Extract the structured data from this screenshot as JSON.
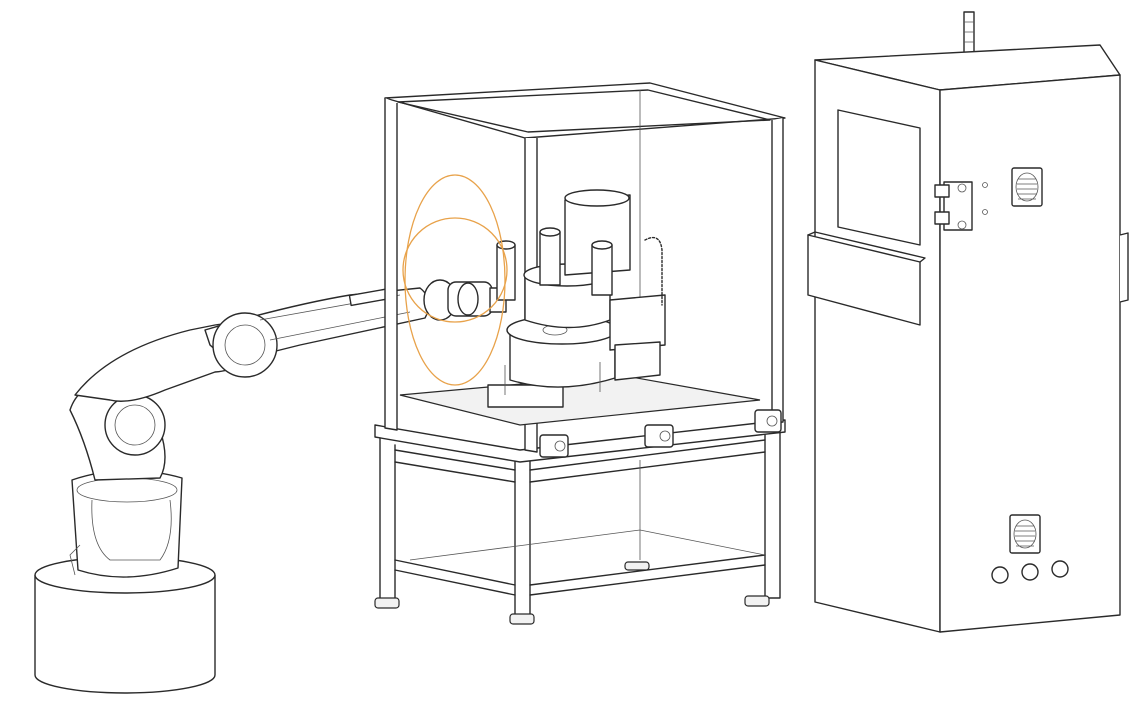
{
  "figure": {
    "kind": "technical line drawing",
    "components": [
      "robot-arm",
      "enclosed-work-cell",
      "control-cabinet"
    ],
    "colors": {
      "line": "#2a2a2a",
      "field-rings": "#e8a24a",
      "background": "#ffffff"
    }
  }
}
